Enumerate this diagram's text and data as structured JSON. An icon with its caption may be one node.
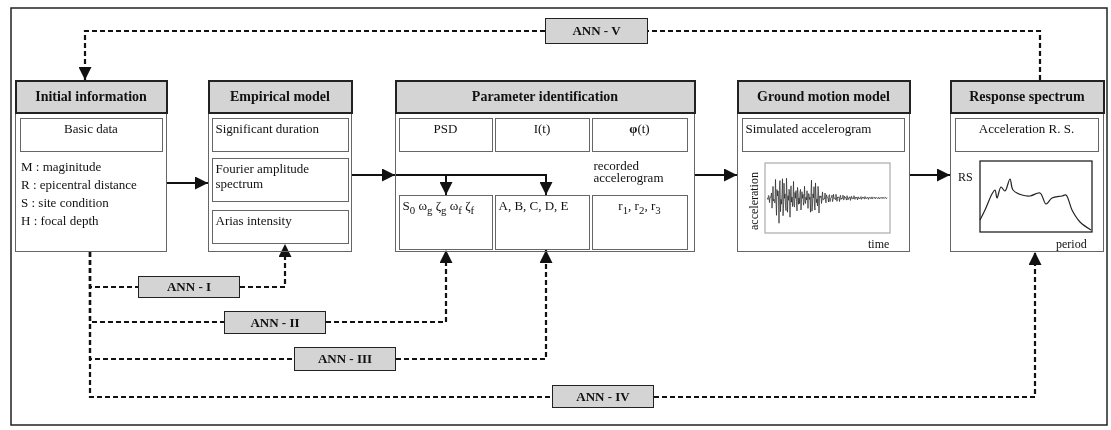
{
  "diagram": {
    "nodes": [
      {
        "text": [
          "Initial information",
          "M : maginitude",
          "R : epicentral distance",
          "S : site condition",
          "H : focal depth"
        ]
      },
      {
        "text": [
          "Basic data"
        ],
        "in": 0
      },
      {
        "text": [
          "Empirical model"
        ]
      },
      {
        "text": [
          "Significant duration"
        ],
        "in": 2
      },
      {
        "text": [
          "Fourier amplitude spectrum"
        ],
        "in": 2
      },
      {
        "text": [
          "Arias intensity"
        ],
        "in": 2
      },
      {
        "text": [
          "Parameter identification"
        ]
      },
      {
        "text": [
          "PSD"
        ],
        "in": 6
      },
      {
        "text": [
          "I(t)"
        ],
        "in": 6
      },
      {
        "text": [
          "**φ**(t)"
        ],
        "in": 6,
        "beside": [
          "recorded accelerogram"
        ]
      },
      {
        "text": [
          "S$_{0}$ ω$_{g}$ ζ$_{g}$ ω$_{f}$ ζ$_{f}$"
        ],
        "in": 6
      },
      {
        "text": [
          "A, B, C, D, E"
        ],
        "in": 6
      },
      {
        "text": [
          "r$_{1}$, r$_{2}$, r$_{3}$"
        ],
        "in": 6
      },
      {
        "text": [
          "Ground motion model"
        ]
      },
      {
        "text": [
          "Simulated accelerogram"
        ],
        "in": 13
      },
      {
        "text": [
          "Response spectrum"
        ]
      },
      {
        "text": [
          "Acceleration R. S."
        ],
        "in": 15
      },
      {
        "text": [
          "ANN - I"
        ]
      },
      {
        "text": [
          "ANN - II"
        ]
      },
      {
        "text": [
          "ANN - III"
        ]
      },
      {
        "text": [
          "ANN - IV"
        ]
      },
      {
        "text": [
          "ANN - V"
        ]
      }
    ],
    "edges": [
      {
        "from": 0,
        "to": 2,
        "arrow": "to"
      },
      {
        "from": 2,
        "to": 6,
        "arrow": "to"
      },
      {
        "from": 6,
        "to": 10,
        "arrow": "to"
      },
      {
        "from": 6,
        "to": 11,
        "arrow": "to"
      },
      {
        "from": 6,
        "to": 13,
        "arrow": "to"
      },
      {
        "from": 13,
        "to": 15,
        "arrow": "to"
      },
      {
        "from": 0,
        "to": 17,
        "arrow": "none",
        "style": "dashed"
      },
      {
        "from": 17,
        "to": 5,
        "arrow": "to",
        "style": "dashed"
      },
      {
        "from": 0,
        "to": 18,
        "arrow": "none",
        "style": "dashed"
      },
      {
        "from": 18,
        "to": 10,
        "arrow": "to",
        "style": "dashed"
      },
      {
        "from": 0,
        "to": 19,
        "arrow": "none",
        "style": "dashed"
      },
      {
        "from": 19,
        "to": 11,
        "arrow": "to",
        "style": "dashed"
      },
      {
        "from": 0,
        "to": 20,
        "arrow": "none",
        "style": "dashed"
      },
      {
        "from": 20,
        "to": 15,
        "arrow": "to",
        "style": "dashed"
      },
      {
        "from": 15,
        "to": 21,
        "arrow": "none",
        "style": "dashed"
      },
      {
        "from": 21,
        "to": 0,
        "arrow": "to",
        "style": "dashed"
      }
    ],
    "labels": [
      "acceleration",
      "time",
      "RS",
      "period"
    ]
  }
}
